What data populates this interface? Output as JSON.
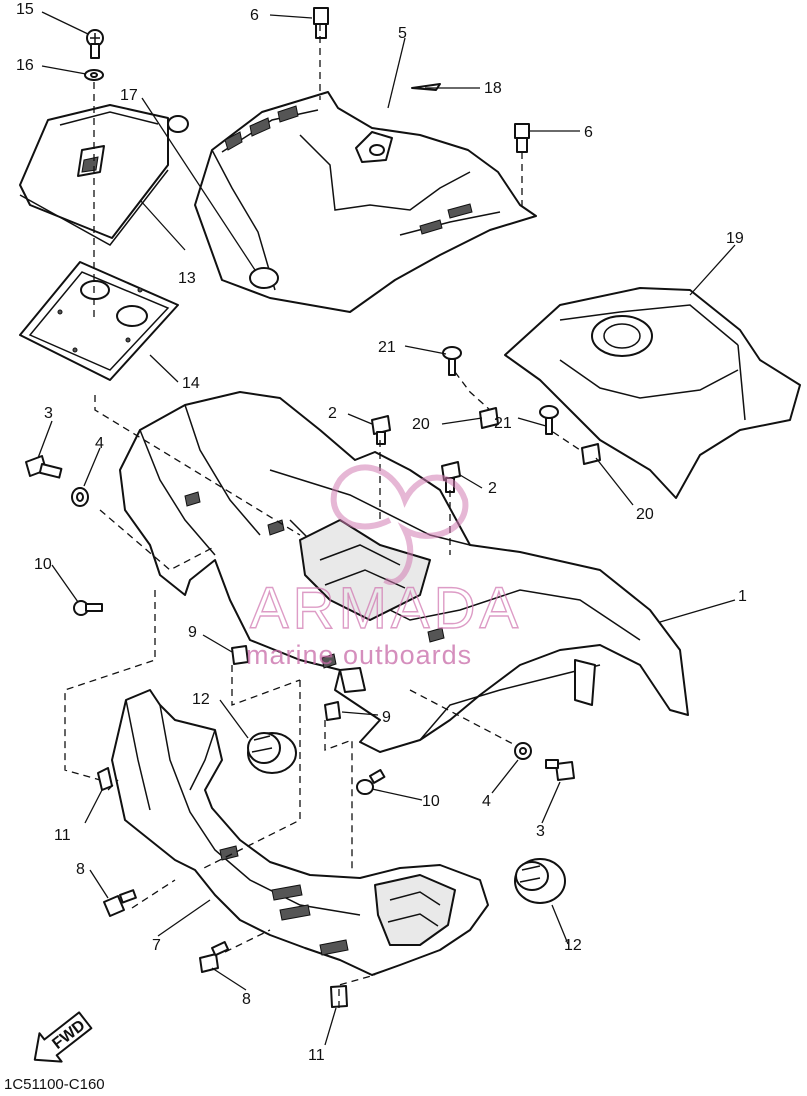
{
  "diagram": {
    "diagram_code": "1C51100-C160",
    "fwd_label": "FWD",
    "callouts": {
      "c1": "1",
      "c2a": "2",
      "c2b": "2",
      "c3a": "3",
      "c3b": "3",
      "c4a": "4",
      "c4b": "4",
      "c5": "5",
      "c6a": "6",
      "c6b": "6",
      "c7": "7",
      "c8a": "8",
      "c8b": "8",
      "c9a": "9",
      "c9b": "9",
      "c10a": "10",
      "c10b": "10",
      "c11a": "11",
      "c11b": "11",
      "c12a": "12",
      "c12b": "12",
      "c13": "13",
      "c14": "14",
      "c15": "15",
      "c16": "16",
      "c17": "17",
      "c18": "18",
      "c19": "19",
      "c20a": "20",
      "c20b": "20",
      "c21a": "21",
      "c21b": "21"
    }
  },
  "watermark": {
    "brand": "ARMADA",
    "tagline": "marine outboards",
    "color": "#d27bb3"
  }
}
